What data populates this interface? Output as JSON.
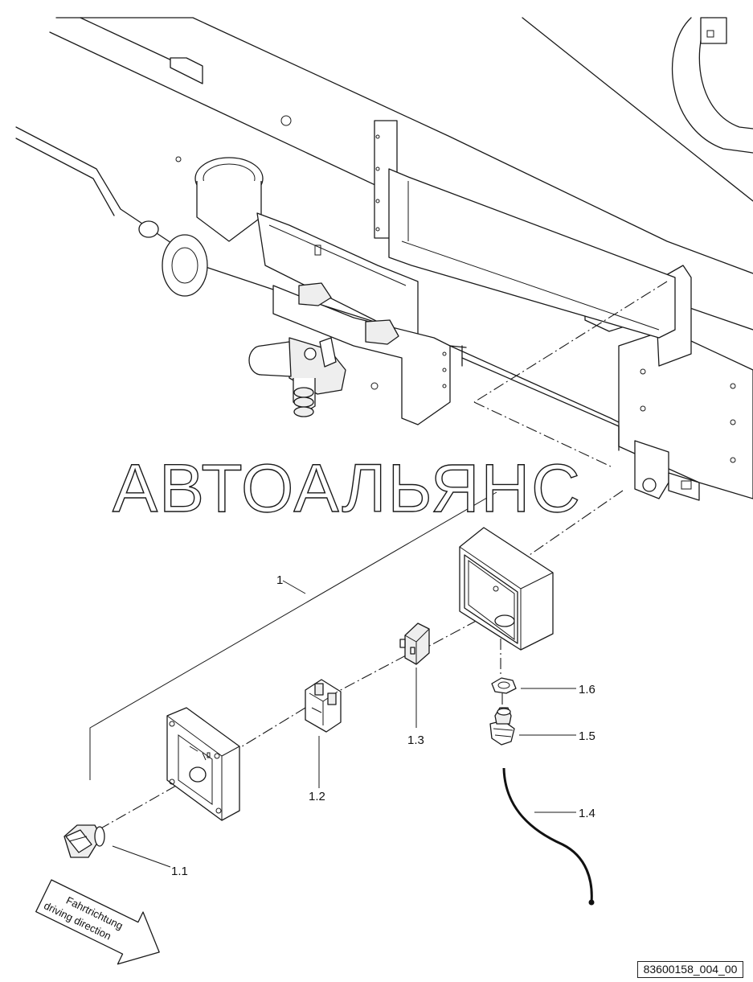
{
  "watermark": "АВТОАЛЬЯНС",
  "drawing_number": "83600158_004_00",
  "direction_arrow": {
    "line1": "Fahrtrichtung",
    "line2": "driving direction"
  },
  "callouts": {
    "c1": "1",
    "c1_1": "1.1",
    "c1_2": "1.2",
    "c1_3": "1.3",
    "c1_4": "1.4",
    "c1_5": "1.5",
    "c1_6": "1.6"
  }
}
